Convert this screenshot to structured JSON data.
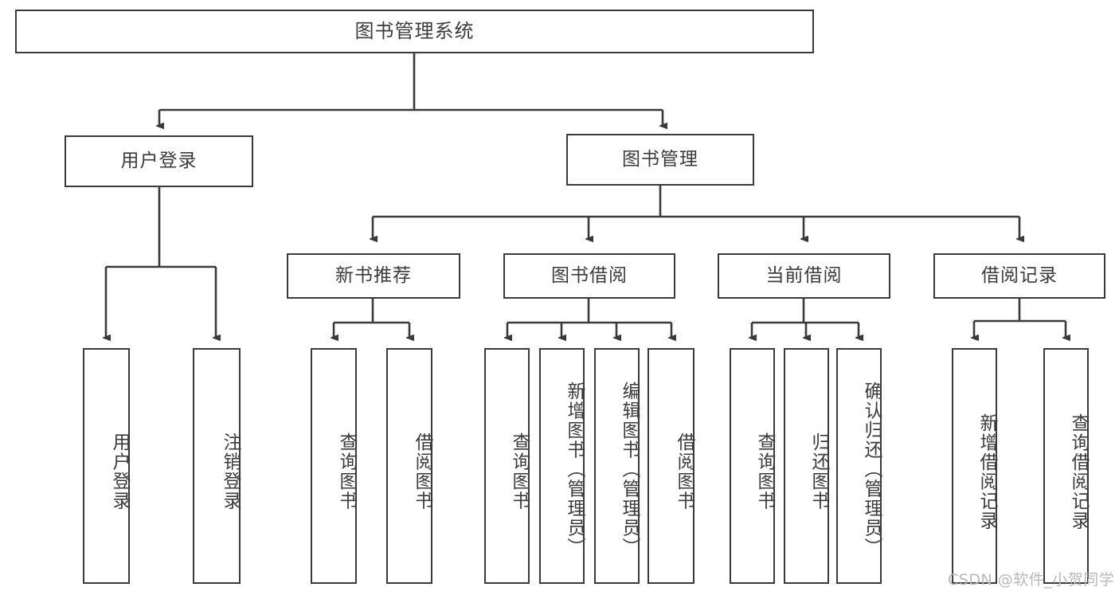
{
  "diagram": {
    "title": "图书管理系统",
    "type": "hierarchy-tree",
    "watermark": "CSDN @软件_小贺同学",
    "colors": {
      "stroke": "#3a3a3a",
      "text": "#3b3b3b",
      "background": "#ffffff",
      "watermark": "#b9b9b9"
    },
    "nodes": {
      "root": {
        "label": "图书管理系统"
      },
      "level2": [
        {
          "id": "user-login",
          "label": "用户登录"
        },
        {
          "id": "book-manage",
          "label": "图书管理"
        }
      ],
      "level3": [
        {
          "id": "new-book-recommend",
          "label": "新书推荐"
        },
        {
          "id": "book-borrow",
          "label": "图书借阅"
        },
        {
          "id": "current-borrow",
          "label": "当前借阅"
        },
        {
          "id": "borrow-record",
          "label": "借阅记录"
        }
      ],
      "leaves": {
        "user_login": [
          {
            "id": "leaf-user-login",
            "label": "用户登录"
          },
          {
            "id": "leaf-logout-login",
            "label": "注销登录"
          }
        ],
        "new_book_recommend": [
          {
            "id": "leaf-query-book-1",
            "label": "查询图书"
          },
          {
            "id": "leaf-borrow-book-1",
            "label": "借阅图书"
          }
        ],
        "book_borrow": [
          {
            "id": "leaf-query-book-2",
            "label": "查询图书"
          },
          {
            "id": "leaf-add-book",
            "label": "新增图书（管理员）"
          },
          {
            "id": "leaf-edit-book",
            "label": "编辑图书（管理员）"
          },
          {
            "id": "leaf-borrow-book-2",
            "label": "借阅图书"
          }
        ],
        "current_borrow": [
          {
            "id": "leaf-query-book-3",
            "label": "查询图书"
          },
          {
            "id": "leaf-return-book",
            "label": "归还图书"
          },
          {
            "id": "leaf-confirm-return",
            "label": "确认归还（管理员）"
          }
        ],
        "borrow_record": [
          {
            "id": "leaf-add-record",
            "label": "新增借阅记录"
          },
          {
            "id": "leaf-query-record",
            "label": "查询借阅记录"
          }
        ]
      }
    }
  }
}
